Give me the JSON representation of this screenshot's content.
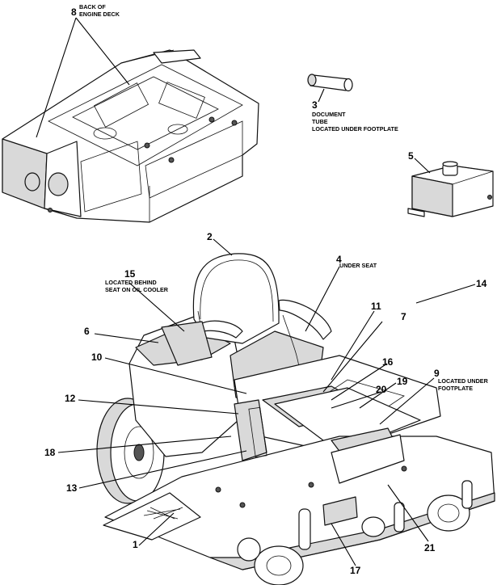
{
  "callouts": [
    {
      "id": "c8",
      "number": "8",
      "note": [
        "BACK OF",
        "ENGINE DECK"
      ]
    },
    {
      "id": "c3",
      "number": "3",
      "note": [
        "DOCUMENT",
        "TUBE",
        "LOCATED UNDER FOOTPLATE"
      ]
    },
    {
      "id": "c5",
      "number": "5",
      "note": []
    },
    {
      "id": "c2",
      "number": "2",
      "note": []
    },
    {
      "id": "c4",
      "number": "4",
      "note": [
        "UNDER SEAT"
      ]
    },
    {
      "id": "c15",
      "number": "15",
      "note": [
        "LOCATED BEHIND",
        "SEAT ON OIL COOLER"
      ]
    },
    {
      "id": "c11",
      "number": "11",
      "note": []
    },
    {
      "id": "c7",
      "number": "7",
      "note": []
    },
    {
      "id": "c6",
      "number": "6",
      "note": []
    },
    {
      "id": "c10",
      "number": "10",
      "note": []
    },
    {
      "id": "c16",
      "number": "16",
      "note": []
    },
    {
      "id": "c9",
      "number": "9",
      "note": [
        "LOCATED UNDER",
        "FOOTPLATE"
      ]
    },
    {
      "id": "c19",
      "number": "19",
      "note": []
    },
    {
      "id": "c20",
      "number": "20",
      "note": []
    },
    {
      "id": "c12",
      "number": "12",
      "note": []
    },
    {
      "id": "c14",
      "number": "14",
      "note": []
    },
    {
      "id": "c18",
      "number": "18",
      "note": []
    },
    {
      "id": "c13",
      "number": "13",
      "note": []
    },
    {
      "id": "c1",
      "number": "1",
      "note": []
    },
    {
      "id": "c21",
      "number": "21",
      "note": []
    },
    {
      "id": "c17",
      "number": "17",
      "note": []
    }
  ]
}
